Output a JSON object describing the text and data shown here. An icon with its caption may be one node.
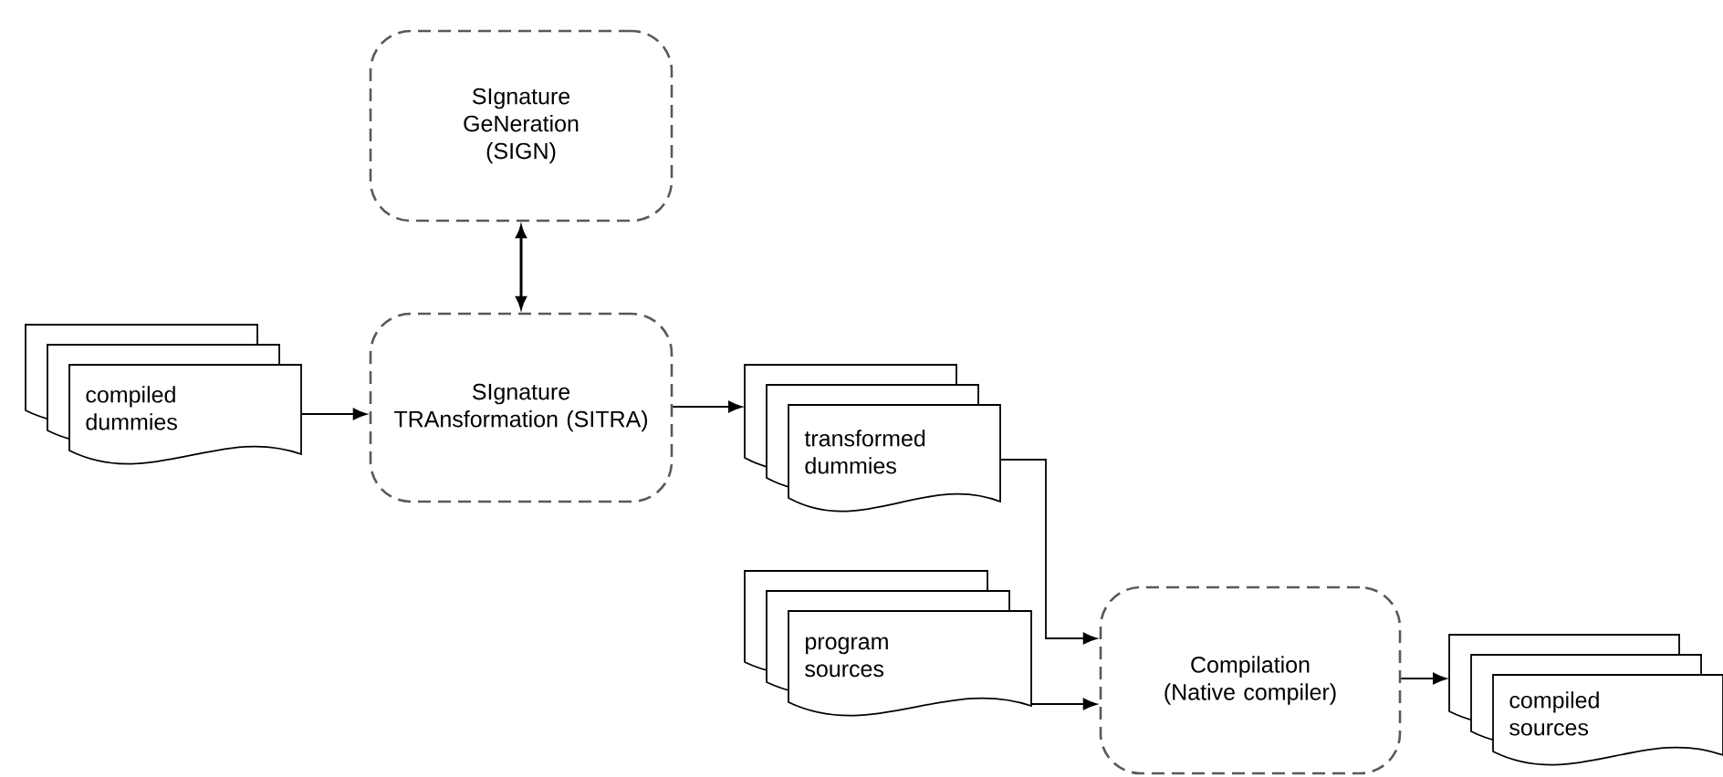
{
  "diagram": {
    "nodes": [
      {
        "text": [
          "SIgnature GeNeration (SIGN)"
        ]
      },
      {
        "text": [
          "SIgnature TRAnsformation (SITRA)"
        ]
      },
      {
        "text": [
          "compiled dummies"
        ]
      },
      {
        "text": [
          "transformed dummies"
        ]
      },
      {
        "text": [
          "program sources"
        ]
      },
      {
        "text": [
          "Compilation (Native compiler)"
        ]
      },
      {
        "text": [
          "compiled sources"
        ]
      }
    ],
    "edges": [
      {
        "from": 0,
        "to": 1,
        "arrow": "both"
      },
      {
        "from": 2,
        "to": 1,
        "arrow": "to"
      },
      {
        "from": 1,
        "to": 3,
        "arrow": "to"
      },
      {
        "from": 3,
        "to": 5,
        "arrow": "to"
      },
      {
        "from": 4,
        "to": 5,
        "arrow": "to"
      },
      {
        "from": 5,
        "to": 6,
        "arrow": "to"
      }
    ]
  }
}
